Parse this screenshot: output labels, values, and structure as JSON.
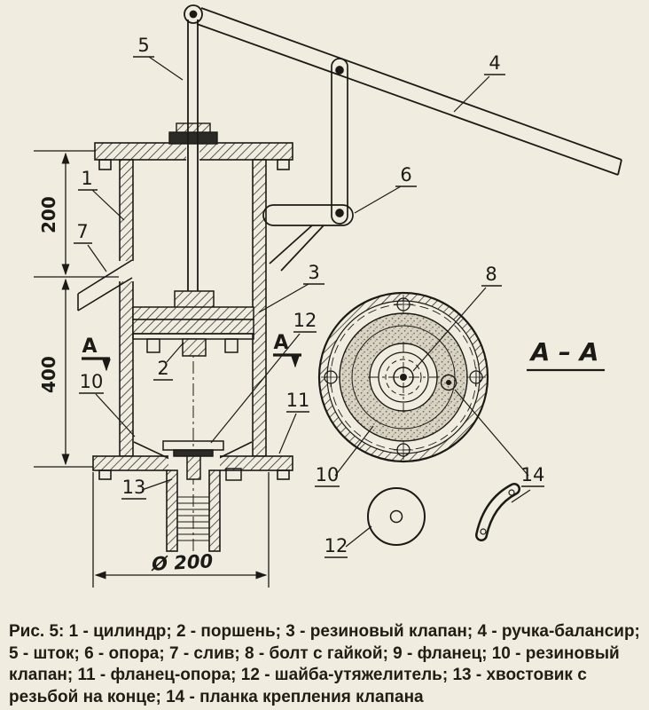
{
  "figure": {
    "caption": {
      "prefix": "Рис. 5",
      "body": ": 1 - цилиндр; 2 - поршень; 3 - резиновый клапан; 4 - ручка-балансир; 5 - шток; 6 - опора; 7 - слив; 8 - болт с гайкой; 9 - фланец; 10 - резиновый клапан; 11 - фланец-опора; 12 - шайба-утяжелитель; 13 - хвостовик с резьбой на конце; 14 - планка крепления клапана"
    }
  },
  "drawing": {
    "parts": {
      "p1": "1",
      "p2": "2",
      "p3": "3",
      "p4": "4",
      "p5": "5",
      "p6": "6",
      "p7": "7",
      "p8": "8",
      "p10": "10",
      "p11": "11",
      "p12": "12",
      "p13": "13",
      "p14": "14",
      "p10_section": "10",
      "p12_washer": "12"
    },
    "section": {
      "marker_left": "А",
      "marker_right": "А",
      "title": "А – А"
    },
    "dims": {
      "upper": "200",
      "lower": "400",
      "diameter": "Ø 200"
    }
  },
  "colors": {
    "ink": "#1c1a16",
    "paper": "#f0ecdf"
  }
}
